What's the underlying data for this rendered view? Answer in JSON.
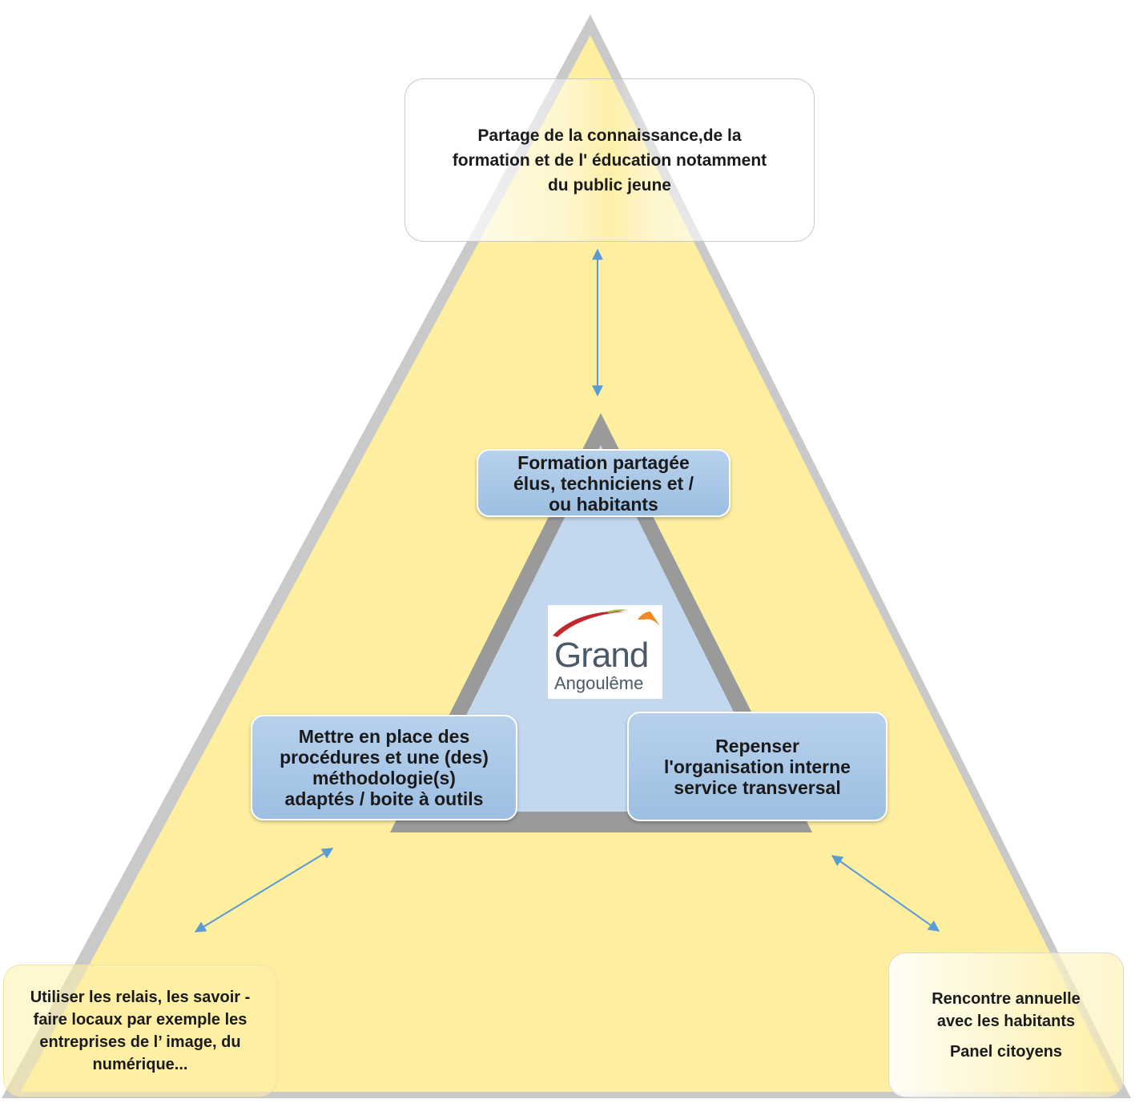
{
  "boxes": {
    "top": [
      "Partage de la connaissance,de la",
      "formation et de l' éducation notamment",
      "du public jeune"
    ],
    "inner_top": [
      "Formation partagée",
      "élus, techniciens et /",
      "ou habitants"
    ],
    "inner_left": [
      "Mettre en place des",
      "procédures et une (des)",
      "méthodologie(s)",
      "adaptés  / boite à outils"
    ],
    "inner_right": [
      "Repenser",
      "l'organisation interne",
      "service transversal"
    ],
    "bottom_left": [
      "Utiliser les relais,  les savoir -",
      "faire locaux par exemple les",
      "entreprises de l’ image, du",
      "numérique..."
    ],
    "bottom_right": {
      "lines": [
        "Rencontre annuelle",
        "avec les habitants"
      ],
      "extra": "Panel citoyens"
    }
  },
  "logo": {
    "word1": "Grand",
    "word2": "Angoulême"
  },
  "colors": {
    "outer_triangle_fill": "#fdeea0",
    "outer_triangle_border": "#a8a8a8",
    "inner_triangle_fill": "#c3d8ee",
    "inner_triangle_border": "#8c8c8c",
    "inner_box_fill": "#a8c6e6",
    "arrow": "#5b9bd5",
    "logo_red": "#c0282d",
    "logo_green": "#9bbb3c",
    "logo_orange": "#f08a24",
    "logo_text": "#4a5a68"
  }
}
